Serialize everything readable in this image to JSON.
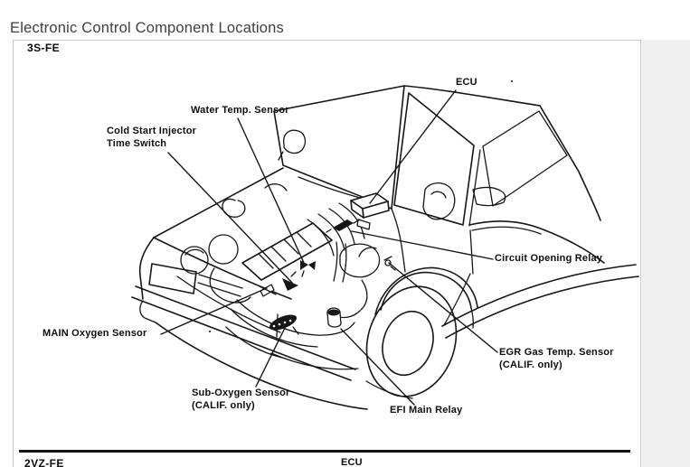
{
  "page": {
    "title": "Electronic Control Component Locations"
  },
  "sections": {
    "current": {
      "engine_code": "3S-FE"
    },
    "next": {
      "engine_code": "2VZ-FE",
      "first_label": "ECU"
    }
  },
  "diagram": {
    "ink_color": "#161616",
    "labels": {
      "ecu": "ECU",
      "water_temp": "Water Temp. Sensor",
      "cold_start_line1": "Cold Start Injector",
      "cold_start_line2": "Time Switch",
      "circuit_opening_relay": "Circuit Opening Relay",
      "egr_line1": "EGR Gas Temp. Sensor",
      "egr_line2": "(CALIF. only)",
      "main_oxygen": "MAIN Oxygen Sensor",
      "sub_oxygen_line1": "Sub-Oxygen Sensor",
      "sub_oxygen_line2": "(CALIF. only)",
      "efi_main_relay": "EFI Main Relay"
    }
  }
}
